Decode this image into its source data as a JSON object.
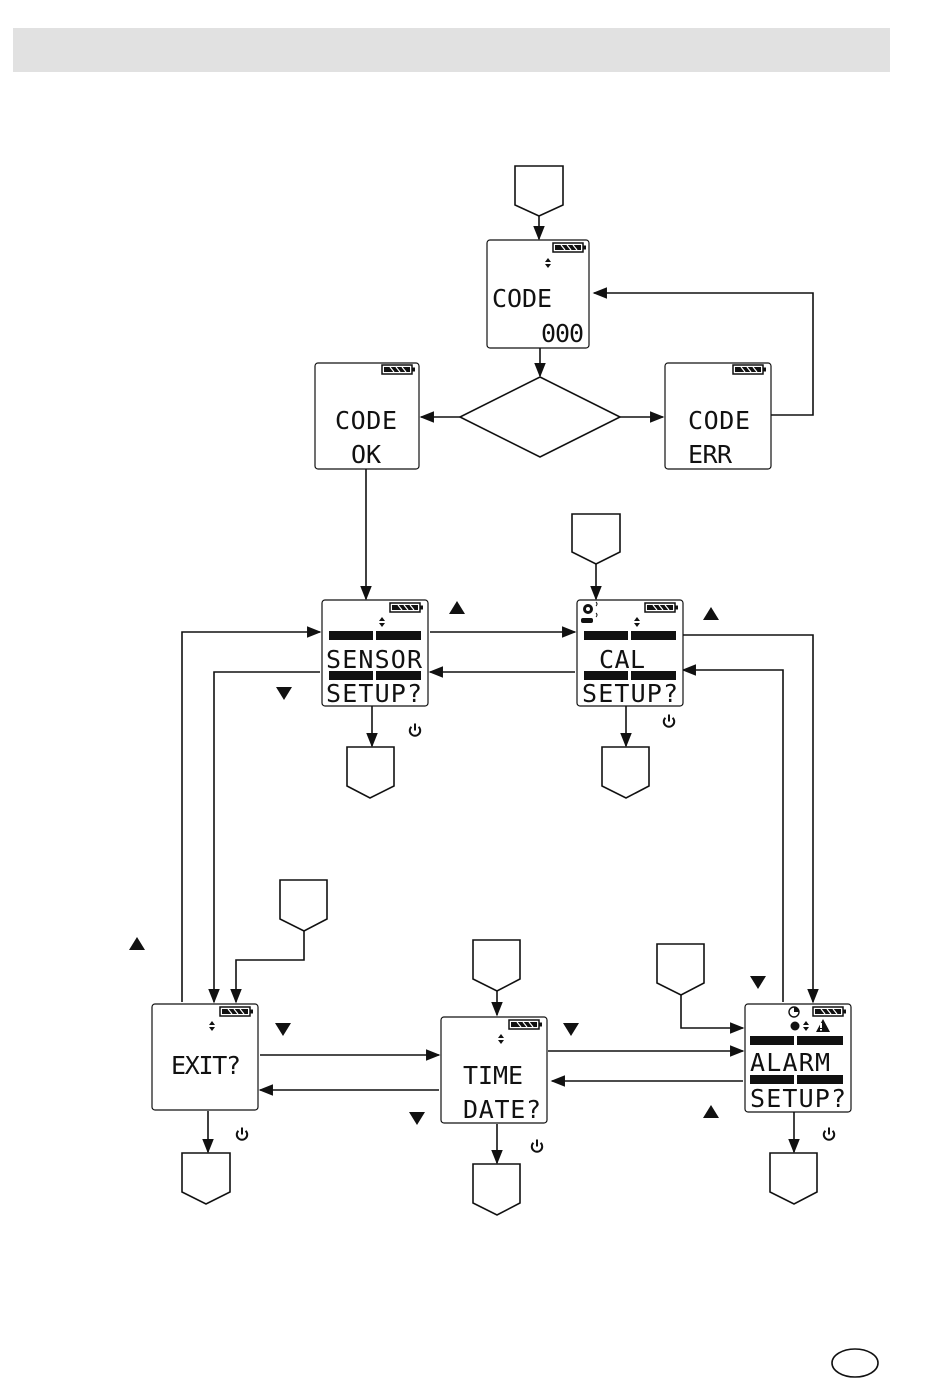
{
  "colors": {
    "header_band": "#e1e1e1",
    "line": "#111111",
    "lcd_bg": "#ffffff",
    "segment_bar": "#111111"
  },
  "screens": {
    "code_entry": {
      "line1": "CODE",
      "line2": "000"
    },
    "code_ok": {
      "line1": "CODE",
      "line2": "OK"
    },
    "code_err": {
      "line1": "CODE",
      "line2": "ERR"
    },
    "sensor_setup": {
      "line1": "SENSOR",
      "line2": "SETUP?"
    },
    "cal_setup": {
      "line1": "CAL",
      "line2": "SETUP?"
    },
    "exit": {
      "line1": "EXIT?"
    },
    "time_date": {
      "line1": "TIME",
      "line2": "DATE?"
    },
    "alarm_setup": {
      "line1": "ALARM",
      "line2": "SETUP?"
    }
  },
  "icons": {
    "up_arrow": "up-triangle",
    "down_arrow": "down-triangle",
    "power": "power-symbol",
    "battery": "battery",
    "updown": "up-down-arrows",
    "warning": "warning-triangle",
    "clock": "clock",
    "calibration": "calibration-gas",
    "connector": "off-page-connector"
  }
}
